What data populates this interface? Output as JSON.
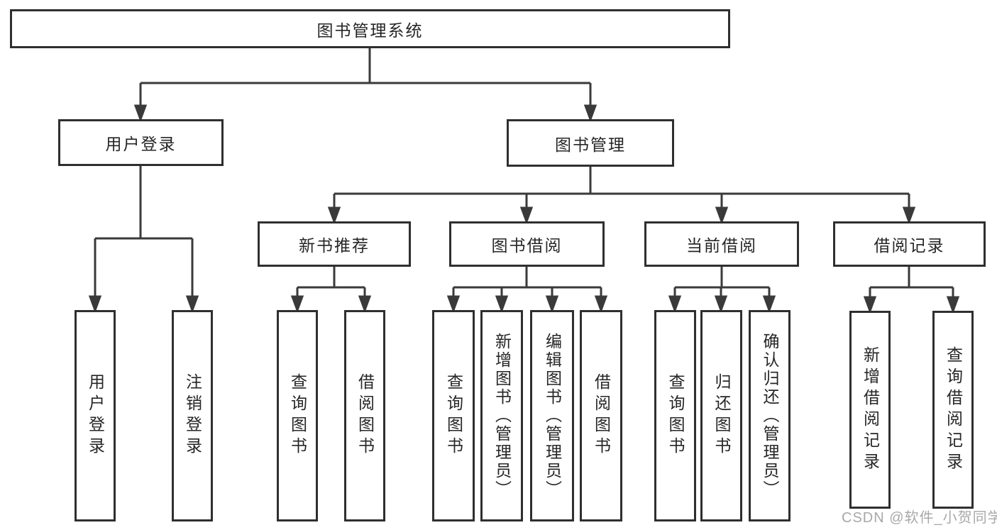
{
  "diagram": {
    "title": "图书管理系统",
    "nodes": {
      "root": {
        "label": "图书管理系统"
      },
      "user_login": {
        "label": "用户登录"
      },
      "book_mgmt": {
        "label": "图书管理"
      },
      "user_login_leaf": {
        "label": "用户登录"
      },
      "logout_leaf": {
        "label": "注销登录"
      },
      "new_book_rec": {
        "label": "新书推荐"
      },
      "book_borrow": {
        "label": "图书借阅"
      },
      "current_borrow": {
        "label": "当前借阅"
      },
      "borrow_record": {
        "label": "借阅记录"
      },
      "rec_query": {
        "label": "查询图书"
      },
      "rec_borrow": {
        "label": "借阅图书"
      },
      "bb_query": {
        "label": "查询图书"
      },
      "bb_add": {
        "label": "新增图书（管理员）"
      },
      "bb_edit": {
        "label": "编辑图书（管理员）"
      },
      "bb_borrow": {
        "label": "借阅图书"
      },
      "cb_query": {
        "label": "查询图书"
      },
      "cb_return": {
        "label": "归还图书"
      },
      "cb_confirm": {
        "label": "确认归还（管理员）"
      },
      "br_add": {
        "label": "新增借阅记录"
      },
      "br_query": {
        "label": "查询借阅记录"
      }
    },
    "hierarchy": {
      "root": [
        "user_login",
        "book_mgmt"
      ],
      "user_login": [
        "user_login_leaf",
        "logout_leaf"
      ],
      "book_mgmt": [
        "new_book_rec",
        "book_borrow",
        "current_borrow",
        "borrow_record"
      ],
      "new_book_rec": [
        "rec_query",
        "rec_borrow"
      ],
      "book_borrow": [
        "bb_query",
        "bb_add",
        "bb_edit",
        "bb_borrow"
      ],
      "current_borrow": [
        "cb_query",
        "cb_return",
        "cb_confirm"
      ],
      "borrow_record": [
        "br_add",
        "br_query"
      ]
    },
    "watermark": "CSDN @软件_小贺同学",
    "colors": {
      "line": "#3a3a3a",
      "box_border": "#2f2f2f",
      "text": "#262626",
      "watermark": "#a8a8a8",
      "background": "#ffffff"
    }
  }
}
